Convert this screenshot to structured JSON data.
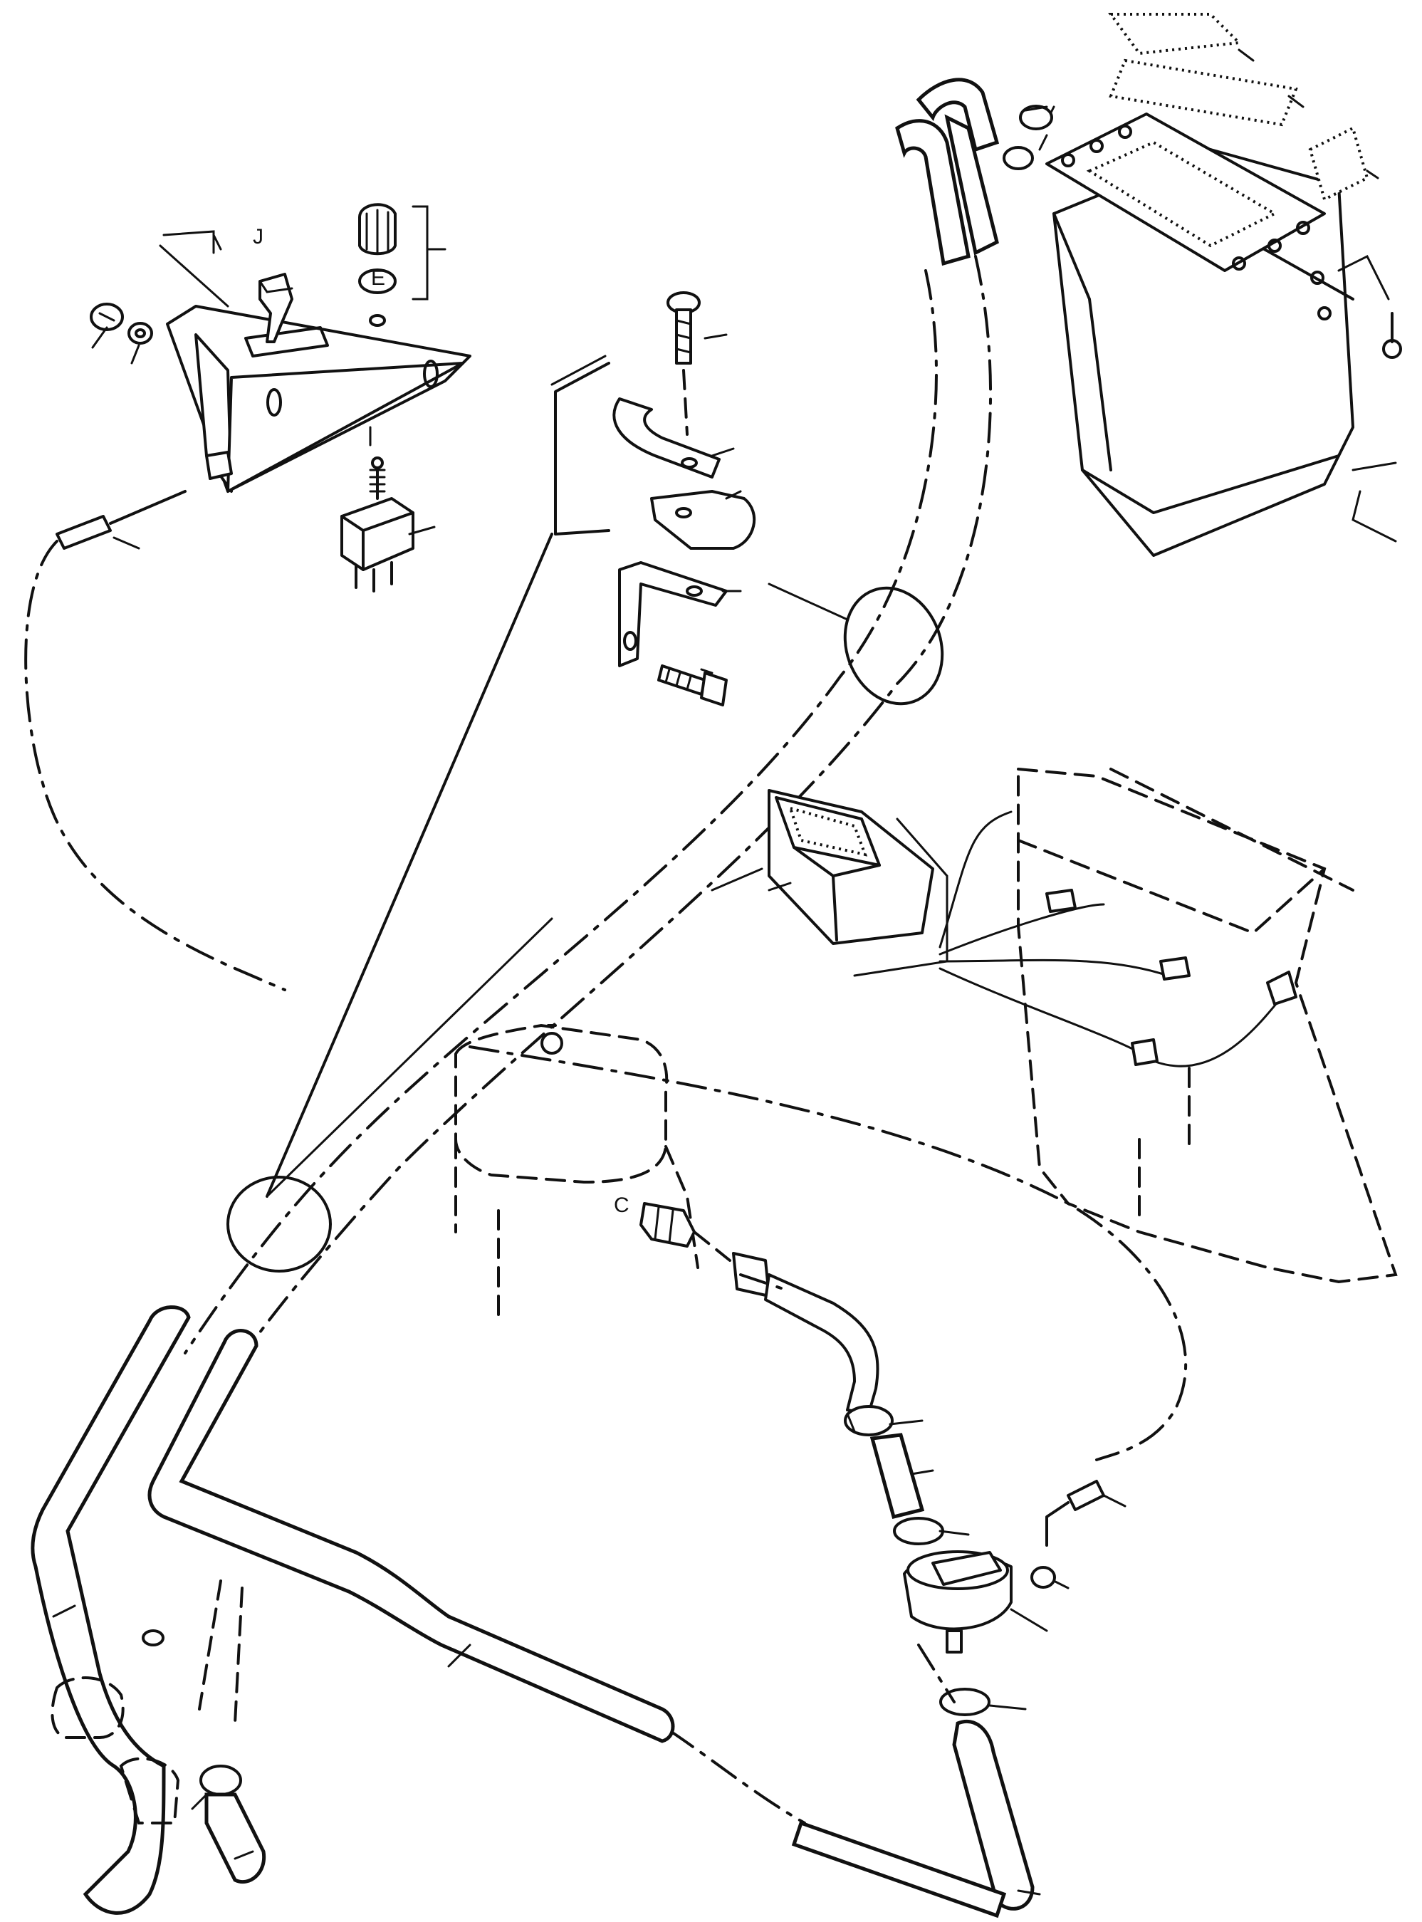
{
  "diagram": {
    "letters": {
      "switch_lever": "J",
      "valve_stub": "C",
      "cap_stem": "E"
    }
  }
}
